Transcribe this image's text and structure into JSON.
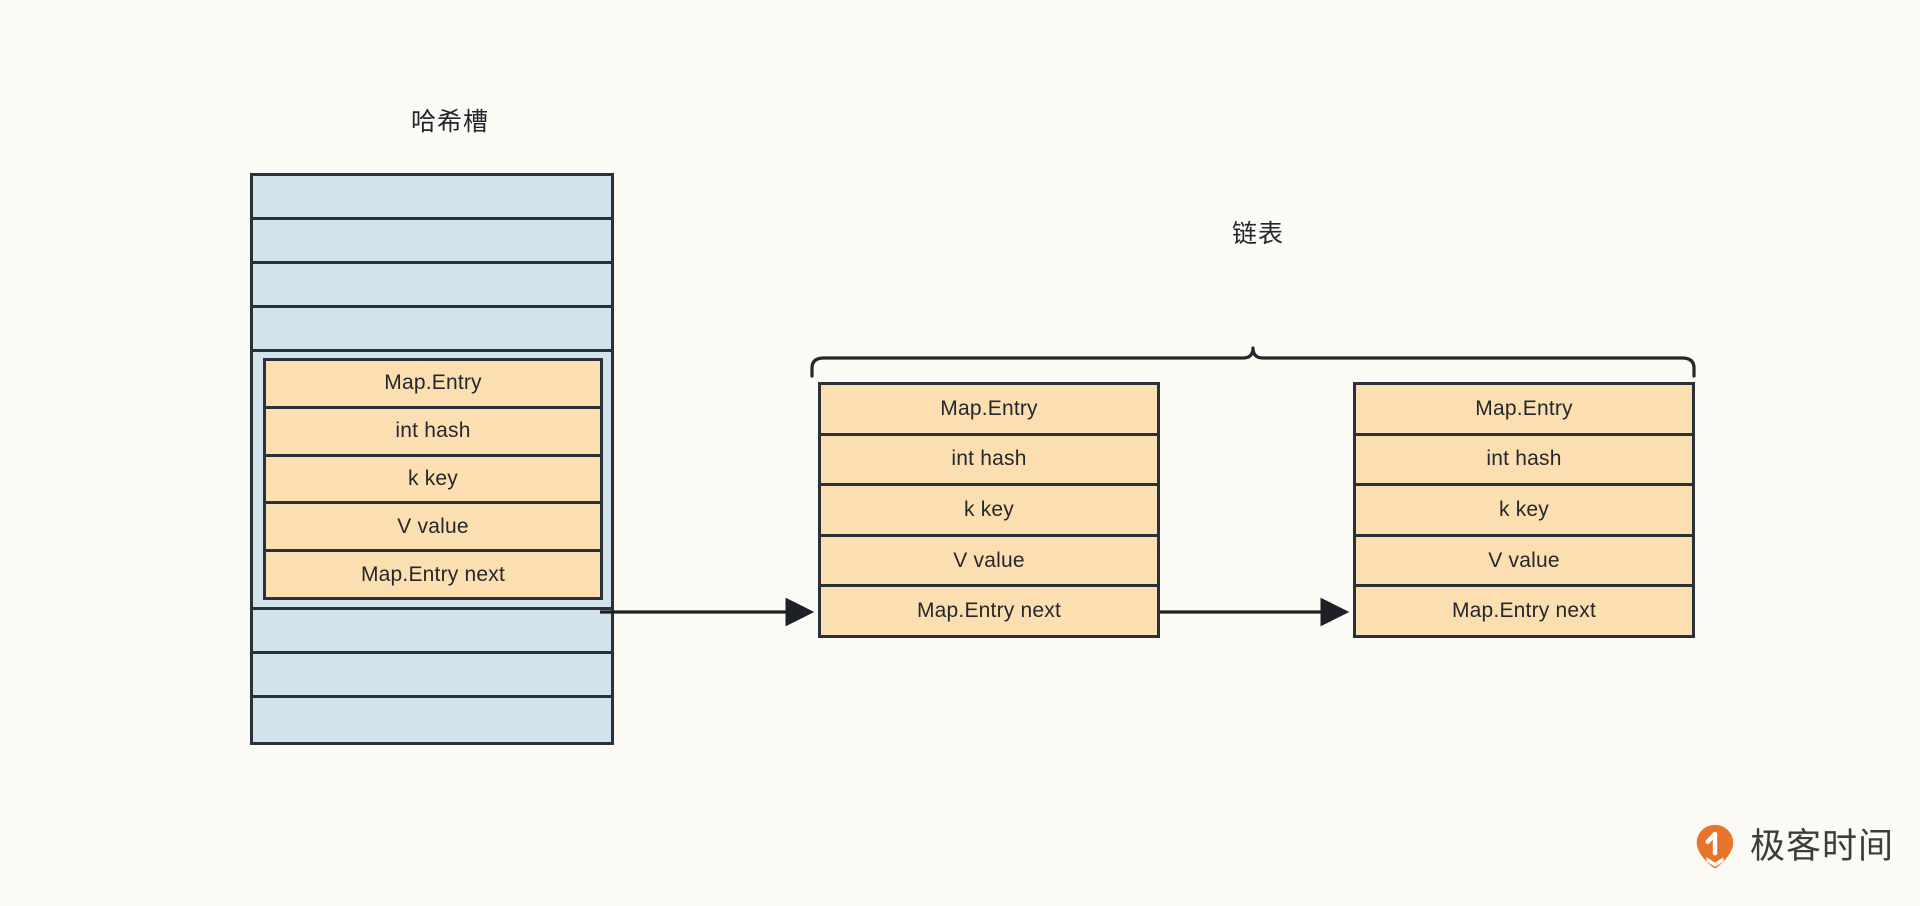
{
  "diagram": {
    "type": "data-structure-diagram",
    "background_color": "#fbfaf5",
    "labels": {
      "hash_slot_title": "哈希槽",
      "linked_list_title": "链表"
    },
    "colors": {
      "slot_fill": "#d3e3ec",
      "entry_fill": "#fcdfb0",
      "stroke": "#2b3138",
      "text": "#24282c",
      "logo_accent": "#e8742c"
    },
    "hash_slot": {
      "empty_slots_above": 4,
      "empty_slots_below": 3,
      "filled_slot_index": 4
    },
    "entry_fields": [
      "Map.Entry",
      "int hash",
      "k key",
      "V value",
      "Map.Entry next"
    ],
    "entries": [
      {
        "id": "entry-1",
        "location": "inside-hash-slot",
        "rows": [
          "Map.Entry",
          "int hash",
          "k key",
          "V value",
          "Map.Entry next"
        ]
      },
      {
        "id": "entry-2",
        "location": "linked-list-node-1",
        "rows": [
          "Map.Entry",
          "int hash",
          "k key",
          "V value",
          "Map.Entry next"
        ]
      },
      {
        "id": "entry-3",
        "location": "linked-list-node-2",
        "rows": [
          "Map.Entry",
          "int hash",
          "k key",
          "V value",
          "Map.Entry next"
        ]
      }
    ],
    "connections": [
      {
        "from": "entry-1.next",
        "to": "entry-2",
        "style": "arrow"
      },
      {
        "from": "entry-2.next",
        "to": "entry-3",
        "style": "arrow"
      }
    ],
    "brace": {
      "spans": [
        "entry-2",
        "entry-3"
      ],
      "label": "链表",
      "orientation": "top"
    }
  },
  "watermark": {
    "brand_text": "极客时间",
    "icon": "geektime-pin-logo"
  }
}
